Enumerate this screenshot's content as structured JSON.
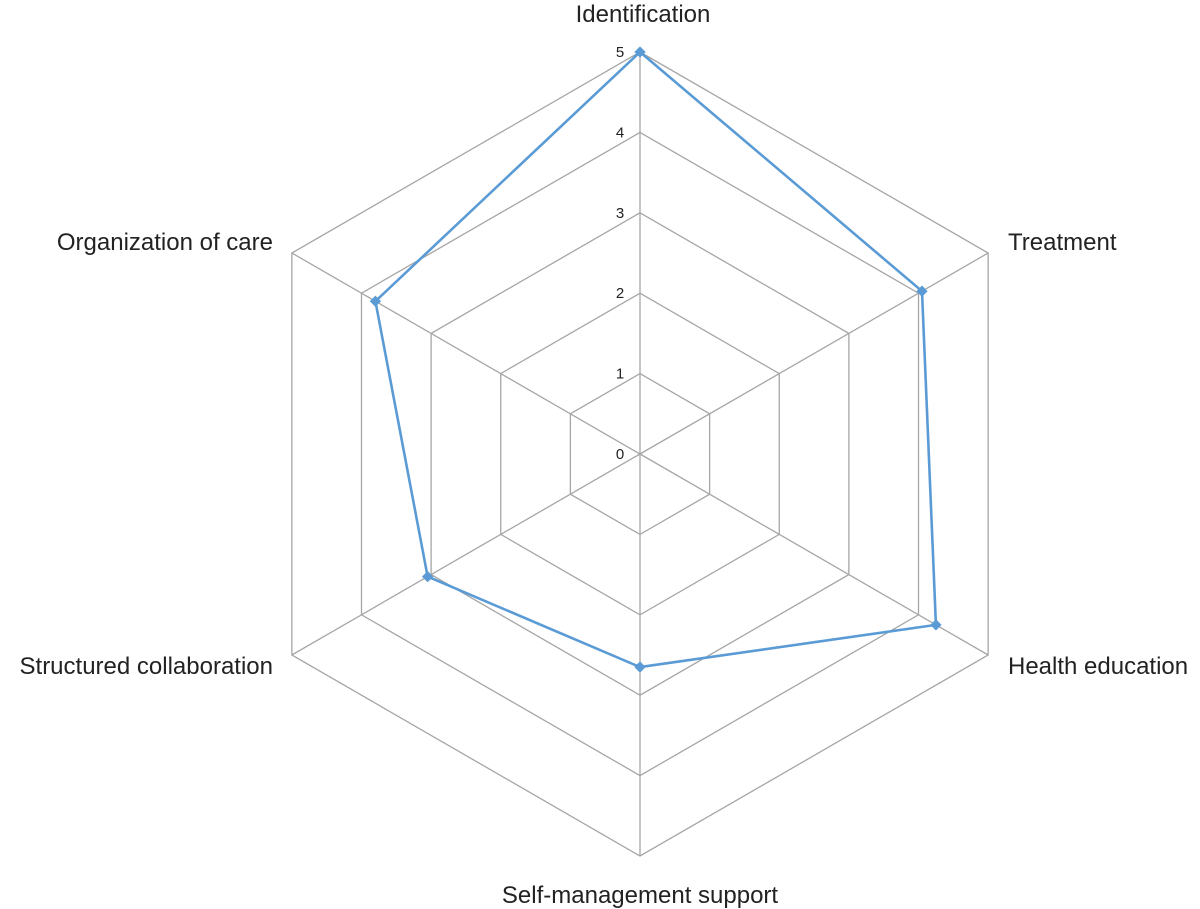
{
  "chart_data": {
    "type": "radar",
    "axes": [
      "Identification",
      "Treatment",
      "Health education",
      "Self-management support",
      "Structured collaboration",
      "Organization of care"
    ],
    "series": [
      {
        "values": [
          5.0,
          4.05,
          4.25,
          2.65,
          3.05,
          3.8
        ]
      }
    ],
    "rlim": [
      0,
      5
    ],
    "ticks": [
      "0",
      "1",
      "2",
      "3",
      "4",
      "5"
    ],
    "grid": true,
    "colors": {
      "series": "#5b9bd5",
      "grid": "#a6a6a6"
    }
  }
}
